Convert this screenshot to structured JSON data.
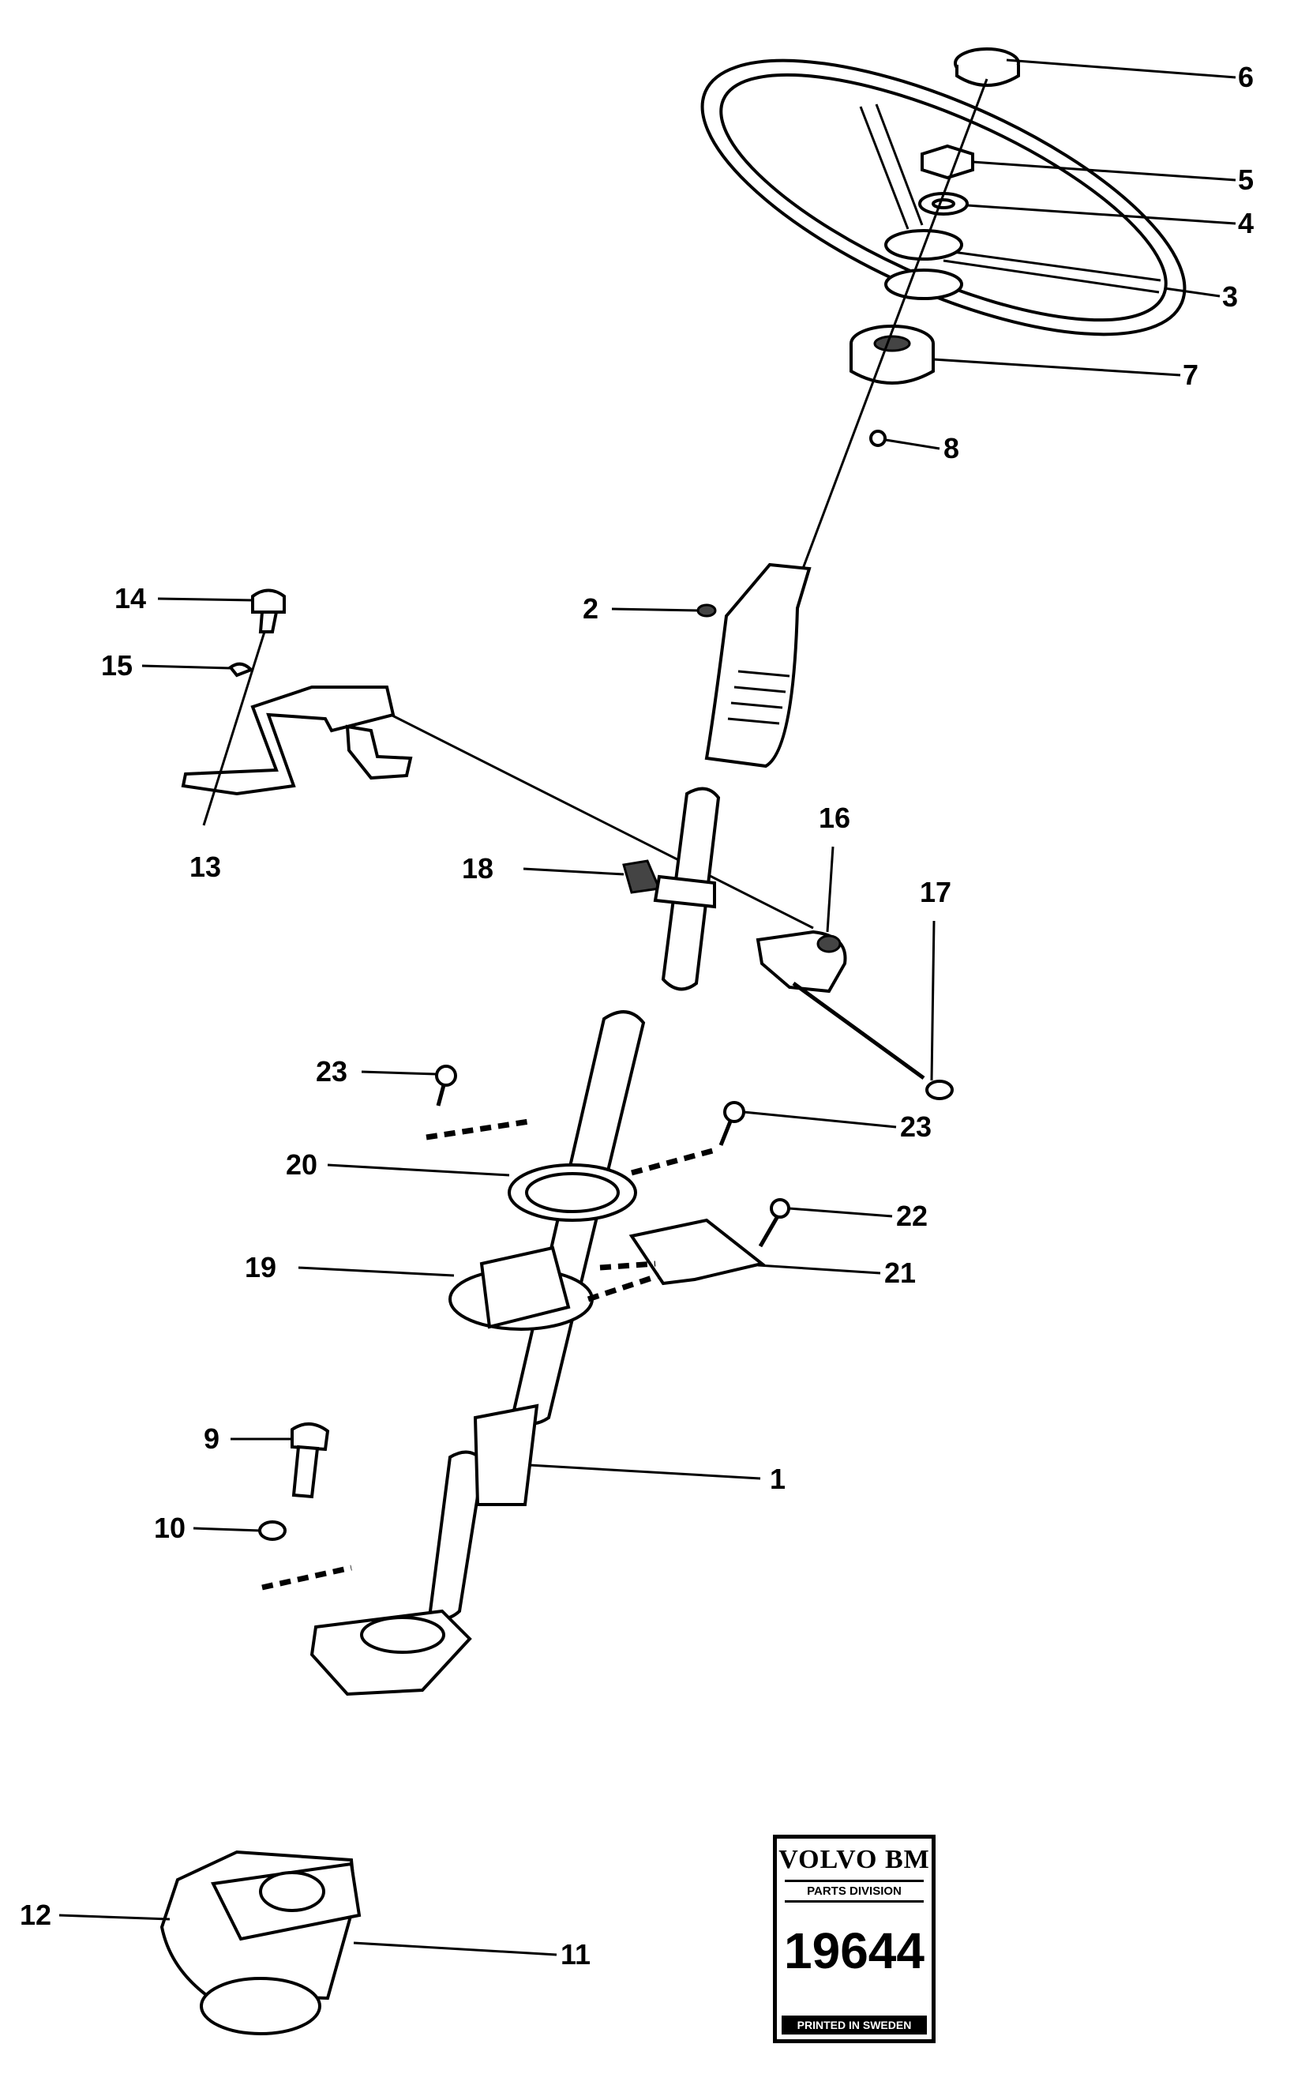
{
  "callouts": [
    "1",
    "2",
    "3",
    "4",
    "5",
    "6",
    "7",
    "8",
    "9",
    "10",
    "11",
    "12",
    "13",
    "14",
    "15",
    "16",
    "17",
    "18",
    "19",
    "20",
    "21",
    "22",
    "23",
    "23"
  ],
  "badge": {
    "brand": "VOLVO BM",
    "division": "PARTS DIVISION",
    "number": "19644",
    "footer": "PRINTED IN SWEDEN"
  }
}
